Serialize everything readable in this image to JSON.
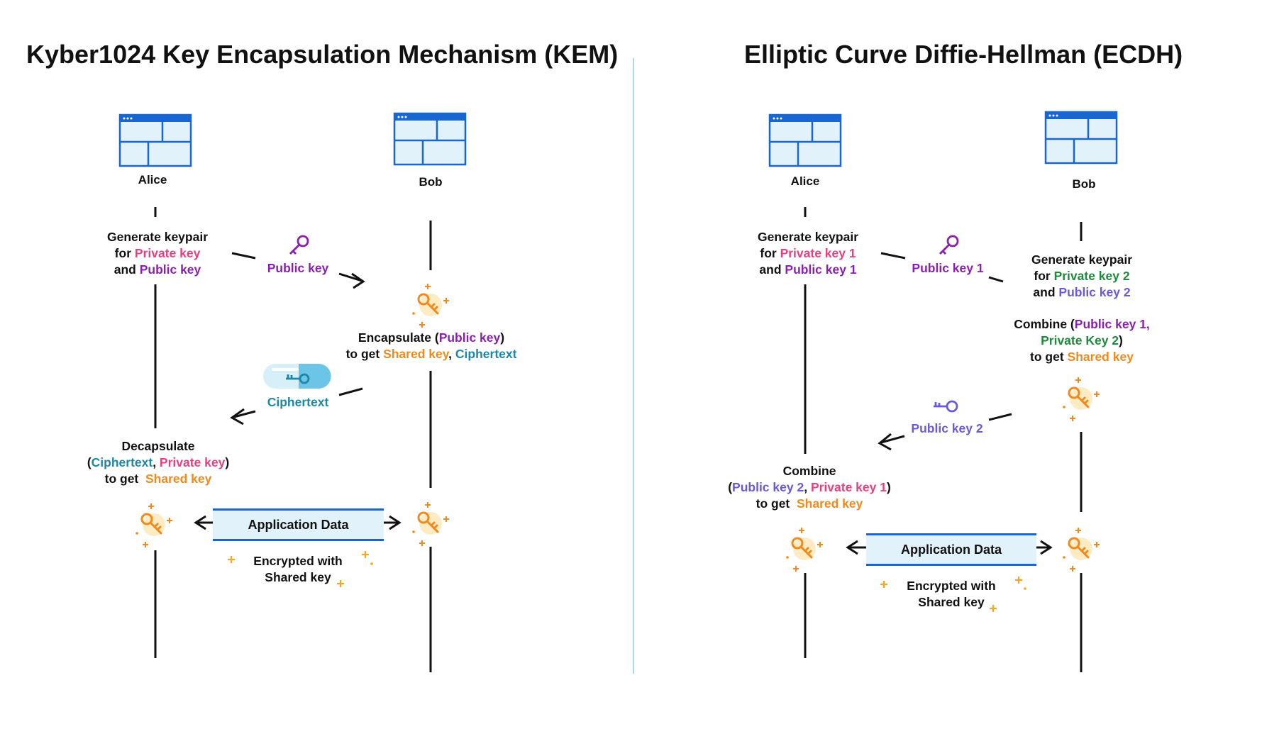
{
  "kem": {
    "title": "Kyber1024 Key Encapsulation Mechanism (KEM)",
    "alice": "Alice",
    "bob": "Bob",
    "gen": {
      "l1": "Generate keypair",
      "l2_prefix": "for ",
      "l2_key": "Private key",
      "l3_prefix": "and ",
      "l3_key": "Public key"
    },
    "public_key_label": "Public key",
    "encap": {
      "l1_prefix": "Encapsulate (",
      "l1_key": "Public key",
      "l1_suffix": ")",
      "l2_prefix": "to get ",
      "l2_shared": "Shared key",
      "l2_sep": ", ",
      "l2_cipher": "Ciphertext"
    },
    "ciphertext_label": "Ciphertext",
    "decap": {
      "l1": "Decapsulate",
      "l2_open": "(",
      "l2_cipher": "Ciphertext",
      "l2_sep": ", ",
      "l2_priv": "Private key",
      "l2_close": ")",
      "l3_prefix": "to get  ",
      "l3_shared": "Shared key"
    },
    "app_data": "Application Data",
    "enc_l1": "Encrypted with",
    "enc_l2": "Shared key"
  },
  "ecdh": {
    "title": "Elliptic Curve Diffie-Hellman (ECDH)",
    "alice": "Alice",
    "bob": "Bob",
    "gen1": {
      "l1": "Generate keypair",
      "l2_prefix": "for ",
      "l2_key": "Private key 1",
      "l3_prefix": "and ",
      "l3_key": "Public key 1"
    },
    "public_key_1_label": "Public key 1",
    "gen2": {
      "l1": "Generate keypair",
      "l2_prefix": "for ",
      "l2_key": "Private key 2",
      "l3_prefix": "and ",
      "l3_key": "Public key 2"
    },
    "combine_bob": {
      "l1_prefix": "Combine (",
      "l1_key": "Public key 1,",
      "l2_key": "Private Key 2",
      "l2_suffix": ")",
      "l3_prefix": "to get ",
      "l3_shared": "Shared key"
    },
    "public_key_2_label": "Public key 2",
    "combine_alice": {
      "l1": "Combine",
      "l2_open": "(",
      "l2_pub": "Public key 2",
      "l2_sep": ", ",
      "l2_priv": "Private key 1",
      "l2_close": ")",
      "l3_prefix": "to get  ",
      "l3_shared": "Shared key"
    },
    "app_data": "Application Data",
    "enc_l1": "Encrypted with",
    "enc_l2": "Shared key"
  },
  "colors": {
    "private_key": "#e8407f",
    "public_key": "#8a1fb0",
    "shared_key": "#f08a1e",
    "ciphertext": "#1e87a7",
    "ecdh_key_2": "#1f8a3b",
    "ecdh_public_key_2": "#6a5ad8",
    "window_blue": "#1766d1",
    "divider": "#a8dbe6"
  },
  "icons": [
    "browser-window-icon",
    "key-icon",
    "sparkle-key-icon",
    "ciphertext-capsule-icon",
    "sparkle-icon"
  ]
}
